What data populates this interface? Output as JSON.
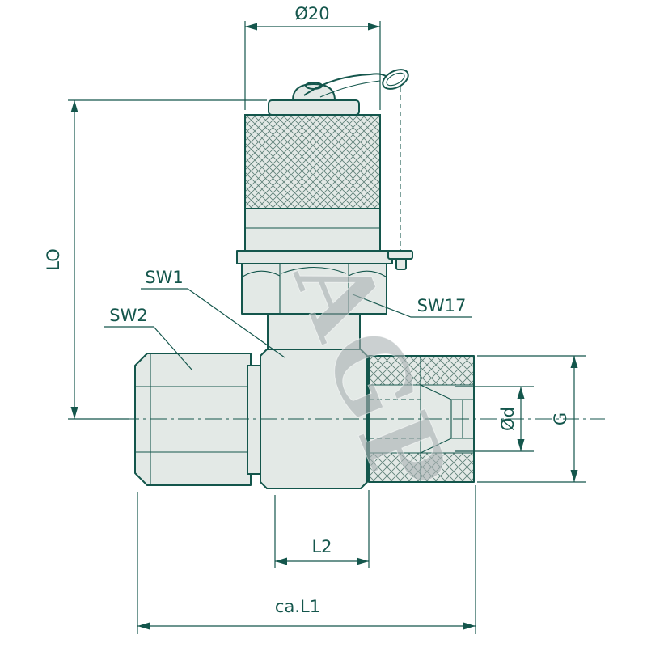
{
  "drawing": {
    "watermark": "AGP",
    "labels": {
      "dia20": "Ø20",
      "lo": "LO",
      "sw1": "SW1",
      "sw2": "SW2",
      "sw17": "SW17",
      "dia_d": "Ød",
      "g": "G",
      "l2": "L2",
      "l1": "ca.L1"
    },
    "colors": {
      "line": "#14564c",
      "fill": "#e3e9e6",
      "hatch": "#5d7f77",
      "watermark": "#a9b0b2",
      "background": "#ffffff"
    }
  }
}
